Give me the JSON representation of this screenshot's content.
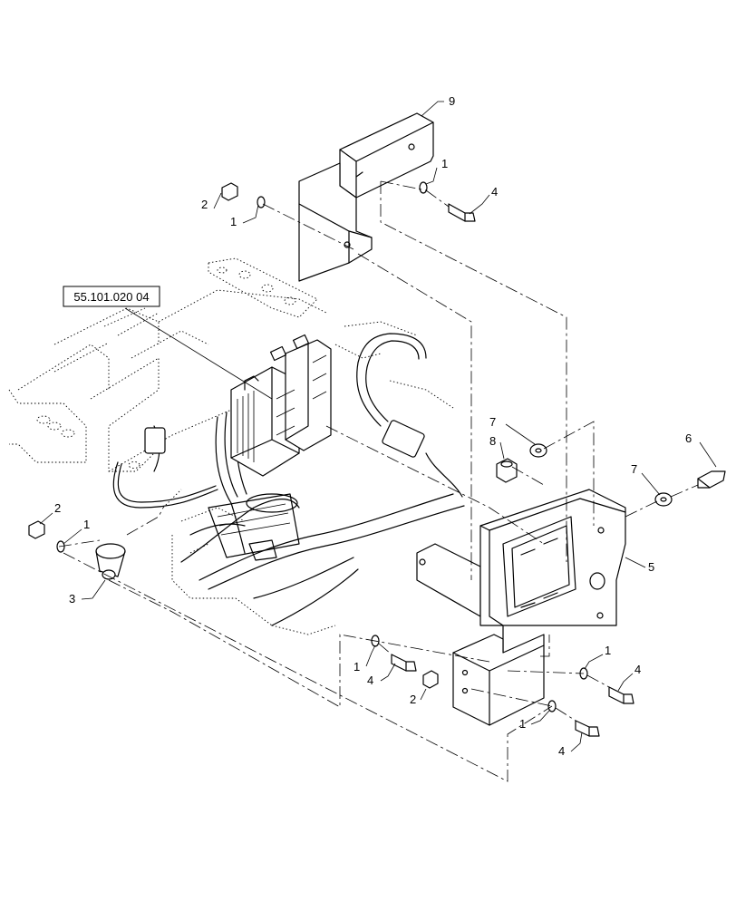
{
  "diagram": {
    "reference_label": "55.101.020 04",
    "callouts": {
      "c9": "9",
      "c2_top": "2",
      "c1_top_left": "1",
      "c1_top_right": "1",
      "c4_top": "4",
      "c7_mid": "7",
      "c8": "8",
      "c6": "6",
      "c7_right": "7",
      "c5": "5",
      "c2_left": "2",
      "c1_left": "1",
      "c3": "3",
      "c1_bot_a": "1",
      "c4_bot_a": "4",
      "c2_bot": "2",
      "c1_bot_b": "1",
      "c4_bot_b": "4",
      "c1_bot_c": "1",
      "c4_bot_c": "4"
    }
  }
}
